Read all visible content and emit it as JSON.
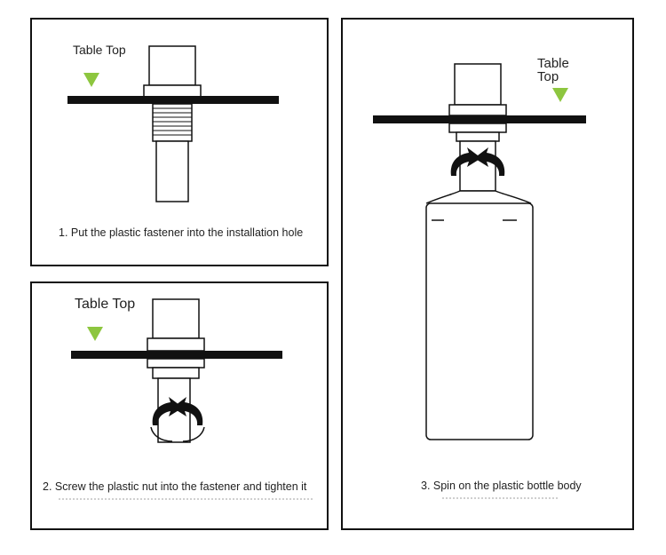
{
  "panels": [
    {
      "table_label": "Table Top",
      "caption": "1. Put the plastic fastener into the installation hole"
    },
    {
      "table_label": "Table Top",
      "caption": "2. Screw the plastic nut into the fastener and tighten it"
    },
    {
      "table_label": "Table Top",
      "caption": "3. Spin on the plastic bottle body"
    }
  ],
  "colors": {
    "marker": "#8dc63f",
    "outline": "#111111"
  },
  "icons": [
    "down-triangle-marker-icon",
    "rotation-arrow-icon"
  ]
}
